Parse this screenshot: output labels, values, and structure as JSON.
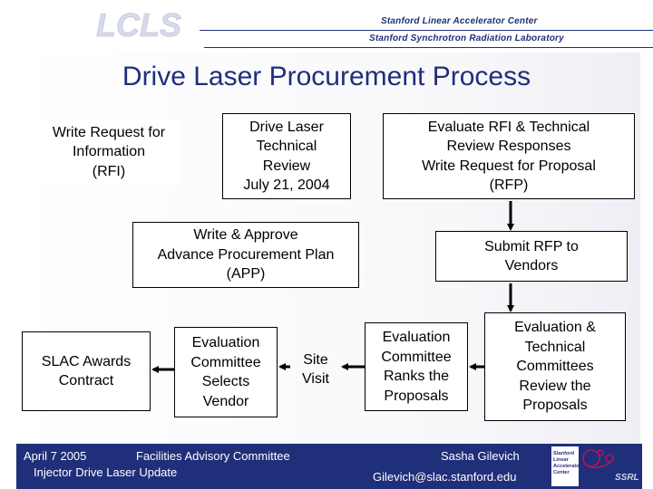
{
  "header": {
    "logo": "LCLS",
    "lab_line1": "Stanford Linear Accelerator Center",
    "lab_line2": "Stanford Synchrotron Radiation Laboratory"
  },
  "title": "Drive Laser Procurement Process",
  "boxes": {
    "write_rfi": "Write Request for\nInformation\n(RFI)",
    "tech_review": "Drive Laser\nTechnical\nReview\nJuly 21, 2004",
    "evaluate_rfi": "Evaluate RFI & Technical\nReview Responses\nWrite Request for Proposal\n(RFP)",
    "write_app": "Write & Approve\nAdvance Procurement Plan\n(APP)",
    "submit_rfp": "Submit RFP to\nVendors",
    "slac_awards": "SLAC Awards\nContract",
    "eval_selects": "Evaluation\nCommittee\nSelects\nVendor",
    "site_visit": "Site\nVisit",
    "eval_ranks": "Evaluation\nCommittee\nRanks the\nProposals",
    "eval_review": "Evaluation &\nTechnical\nCommittees\nReview the\nProposals"
  },
  "footer": {
    "date": "April 7 2005",
    "committee": "Facilities Advisory Committee",
    "subtitle": "Injector Drive Laser Update",
    "presenter": "Sasha Gilevich",
    "email": "Gilevich@slac.stanford.edu"
  },
  "logos": {
    "slac_logo_lines": [
      "Stanford",
      "Linear",
      "Accelerator",
      "Center"
    ],
    "ssrl_logo": "SSRL"
  },
  "colors": {
    "title": "#1f2f7a",
    "footer_bg": "#1f2f7a",
    "footer_text": "#ffffff",
    "logo_text": "#cfd3e8",
    "slac_logo_text": "#2a2a8a",
    "slac_logo_ring": "#b0155a"
  }
}
